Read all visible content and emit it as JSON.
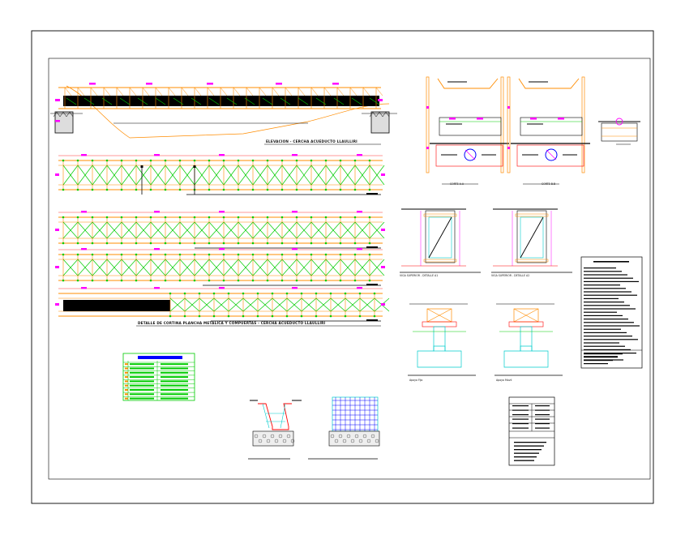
{
  "drawing": {
    "labels": {
      "elevation": "ELEVACION - CERCHA ACUEDUCTO LLAULLIRI",
      "detail_deck": "DETALLE DE CORTINA PLANCHA METALICA Y COMPUERTAS - CERCHA ACUEDUCTO LLAULLIRI",
      "cross_a": "CORTE A-A",
      "cross_b": "CORTE B-B",
      "beam_detail_1": "VIGA SUPERIOR - DETALLE A1",
      "beam_detail_2": "VIGA SUPERIOR - DETALLE A2",
      "support_fixed": "Apoyo Fijo",
      "support_mobile": "Apoyo Movil"
    },
    "colors": {
      "truss": "#ff8c00",
      "accent": "#ff00ff",
      "rebar": "#00cc00",
      "dark": "#000000",
      "red": "#ff0000",
      "cyan": "#00cccc",
      "blue": "#0000ff",
      "table_border": "#00cc00",
      "table_header": "#0000ff"
    }
  }
}
